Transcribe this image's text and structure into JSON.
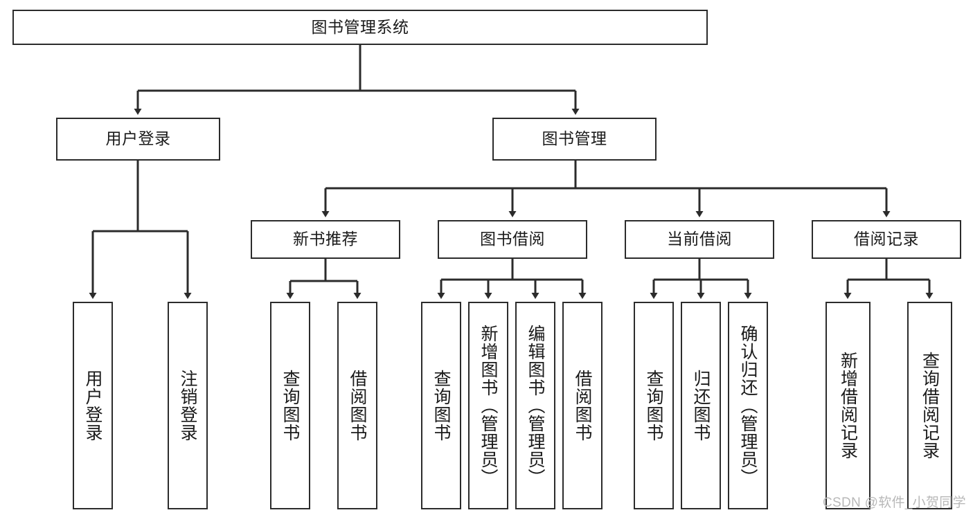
{
  "diagram": {
    "title": "图书管理系统",
    "type": "hierarchy-tree",
    "watermark": "CSDN @软件_小贺同学",
    "nodes": {
      "root": {
        "label": "图书管理系统"
      },
      "level2": [
        {
          "id": "user-login",
          "label": "用户登录"
        },
        {
          "id": "book-management",
          "label": "图书管理"
        }
      ],
      "level3": [
        {
          "id": "new-book-recommend",
          "label": "新书推荐"
        },
        {
          "id": "book-borrow",
          "label": "图书借阅"
        },
        {
          "id": "current-borrow",
          "label": "当前借阅"
        },
        {
          "id": "borrow-record",
          "label": "借阅记录"
        }
      ],
      "leaves": [
        {
          "id": "leaf-user-login",
          "label": "用户登录",
          "parent": "user-login"
        },
        {
          "id": "leaf-logout-login",
          "label": "注销登录",
          "parent": "user-login"
        },
        {
          "id": "leaf-query-book-1",
          "label": "查询图书",
          "parent": "new-book-recommend"
        },
        {
          "id": "leaf-borrow-book-1",
          "label": "借阅图书",
          "parent": "new-book-recommend"
        },
        {
          "id": "leaf-query-book-2",
          "label": "查询图书",
          "parent": "book-borrow"
        },
        {
          "id": "leaf-add-book",
          "label": "新增图书（管理员）",
          "parent": "book-borrow"
        },
        {
          "id": "leaf-edit-book",
          "label": "编辑图书（管理员）",
          "parent": "book-borrow"
        },
        {
          "id": "leaf-borrow-book-2",
          "label": "借阅图书",
          "parent": "book-borrow"
        },
        {
          "id": "leaf-query-book-3",
          "label": "查询图书",
          "parent": "current-borrow"
        },
        {
          "id": "leaf-return-book",
          "label": "归还图书",
          "parent": "current-borrow"
        },
        {
          "id": "leaf-confirm-return",
          "label": "确认归还（管理员）",
          "parent": "current-borrow"
        },
        {
          "id": "leaf-add-record",
          "label": "新增借阅记录",
          "parent": "borrow-record"
        },
        {
          "id": "leaf-query-record",
          "label": "查询借阅记录",
          "parent": "borrow-record"
        }
      ]
    },
    "colors": {
      "stroke": "#2b2b2b",
      "fill": "#ffffff",
      "text": "#1a1a1a",
      "watermark": "#b8b8b8"
    }
  }
}
